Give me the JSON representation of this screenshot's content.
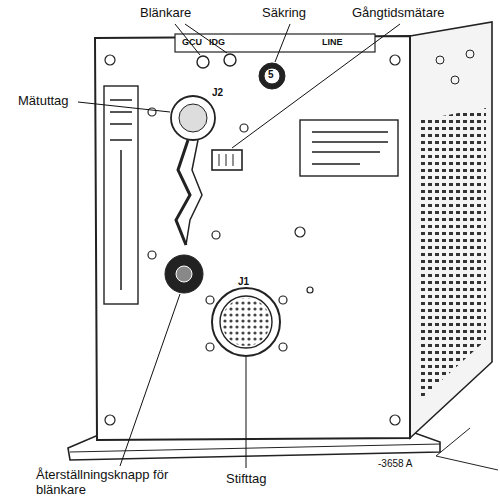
{
  "diagram": {
    "labels": [
      "Blänkare",
      "Säkring",
      "Gångtidsmätare",
      "Mätuttag",
      "Återställningsknapp för blänkare",
      "Stifttag",
      "GCU",
      "IDG",
      "LINE",
      "5",
      "J2",
      "J1",
      "-3658 A"
    ]
  }
}
